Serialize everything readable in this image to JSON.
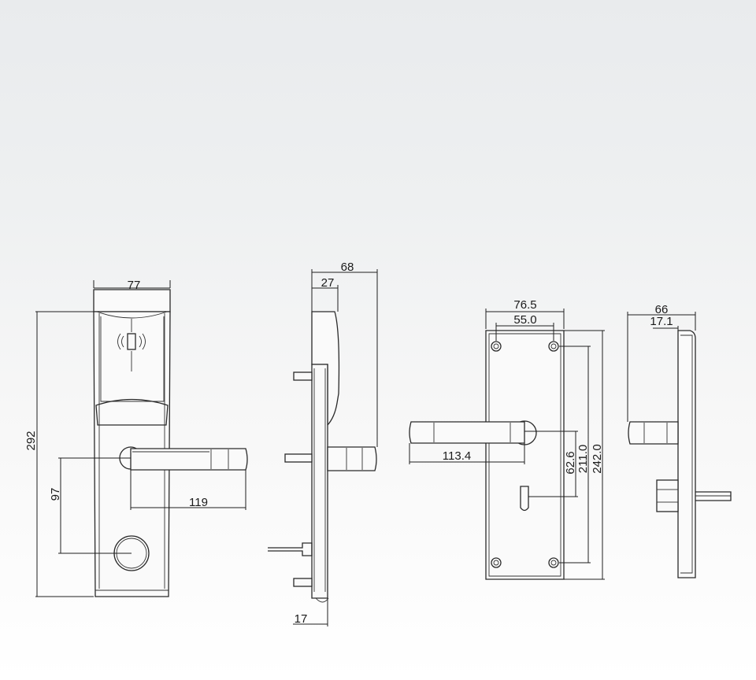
{
  "dimensions": {
    "front": {
      "width": "77",
      "height": "292",
      "handle_to_cylinder": "97",
      "handle_length": "119"
    },
    "side": {
      "depth": "68",
      "reader_depth": "27",
      "plate_thickness": "17"
    },
    "back": {
      "width": "76.5",
      "hole_spacing_x": "55.0",
      "handle_length": "113.4",
      "spindle_to_key": "62.6",
      "hole_spacing_y": "211.0",
      "height": "242.0"
    },
    "back_side": {
      "depth": "66",
      "plate_thickness": "17.1"
    }
  }
}
